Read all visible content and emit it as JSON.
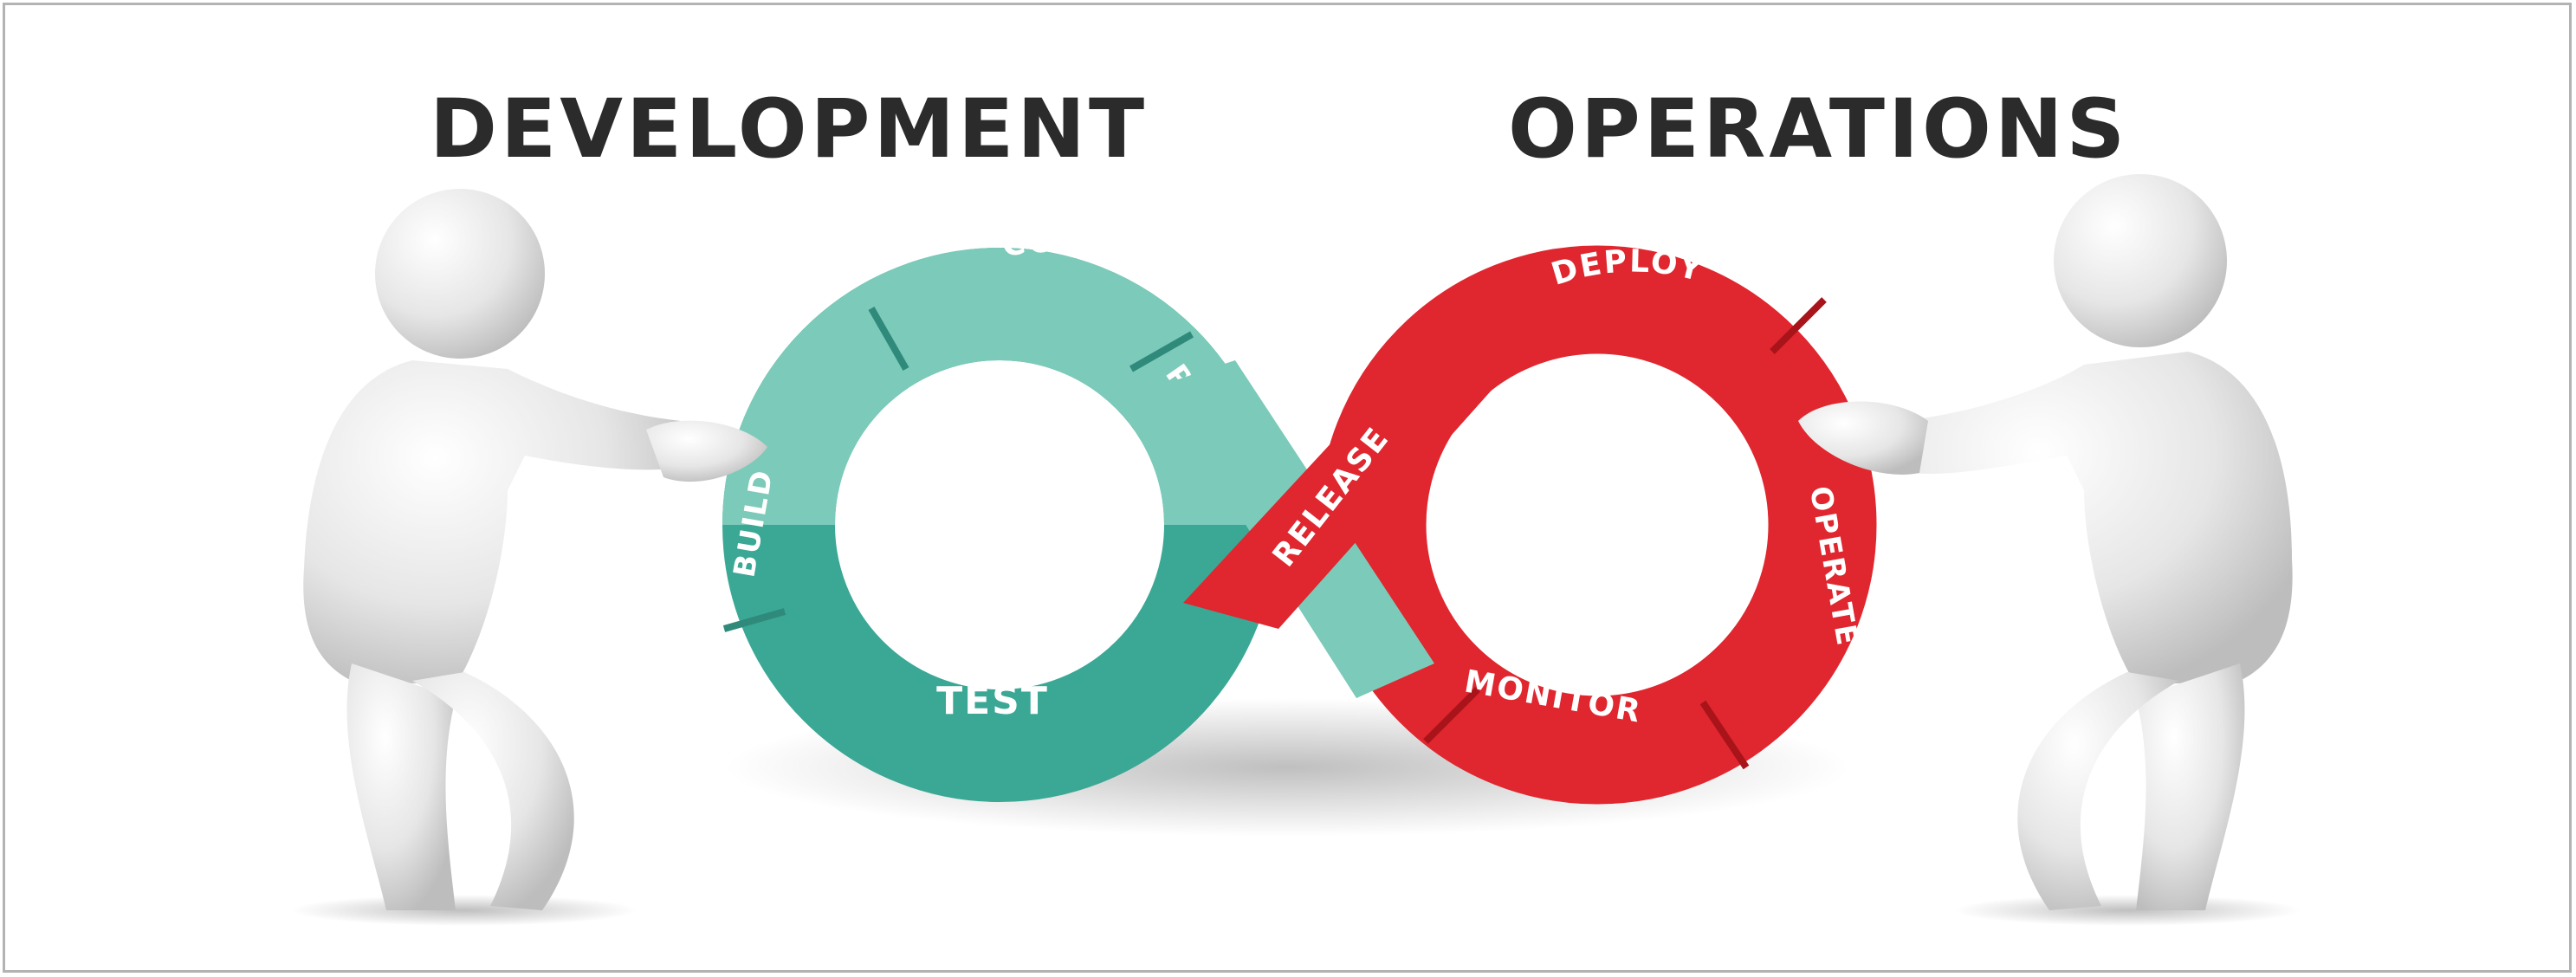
{
  "headings": {
    "left": "DEVELOPMENT",
    "right": "OPERATIONS"
  },
  "loop_labels": {
    "code": "CODE",
    "plan": "PLAN",
    "build": "BUILD",
    "test": "TEST",
    "release": "RELEASE",
    "deploy": "DEPLOY",
    "operate": "OPERATE",
    "monitor": "MONITOR"
  },
  "colors": {
    "dev_teal": "#3aa895",
    "dev_teal_light": "#7ccab9",
    "ops_red": "#e0262e",
    "figure": "#e9e9e9"
  }
}
